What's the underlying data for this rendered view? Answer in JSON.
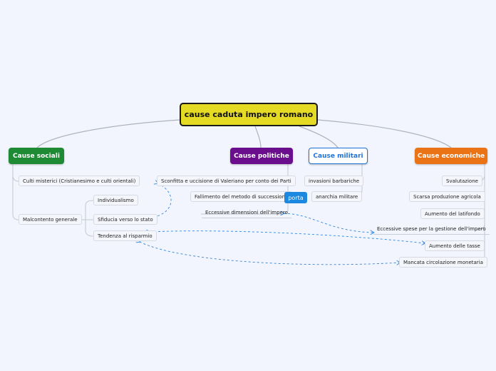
{
  "root": "cause caduta impero romano",
  "branches": {
    "sociali": {
      "label": "Cause sociali",
      "items": [
        "Culti misterici (Cristianesimo e culti orientali)",
        "Malcontento generale"
      ],
      "subitems": [
        "Individualismo",
        "Sfiducia verso lo stato",
        "Tendenza al risparmio"
      ]
    },
    "politiche": {
      "label": "Cause politiche",
      "items": [
        "Sconfitta e uccisione di Valeriano per conto dei Parti",
        "Fallimento del metodo di successione",
        "Eccessive dimensioni dell'impero"
      ]
    },
    "militari": {
      "label": "Cause militari",
      "items": [
        "invasioni barbariche",
        "anarchia militare"
      ]
    },
    "economiche": {
      "label": "Cause economiche",
      "items": [
        "Svalutazione",
        "Scarsa produzione agricola",
        "Aumento del latifondo",
        "Eccessive spese per la gestione dell'impero",
        "Aumento delle tasse",
        "Mancata circolazione monetaria"
      ]
    }
  },
  "relation_label": "porta",
  "colors": {
    "background": "#f2f5fd",
    "root": "#e6db24",
    "sociali": "#1e8a34",
    "politiche": "#6a0e8e",
    "militari": "#1f73d6",
    "economiche": "#ea7316",
    "connector": "#aeb3bd",
    "relation": "#2f86dd"
  }
}
